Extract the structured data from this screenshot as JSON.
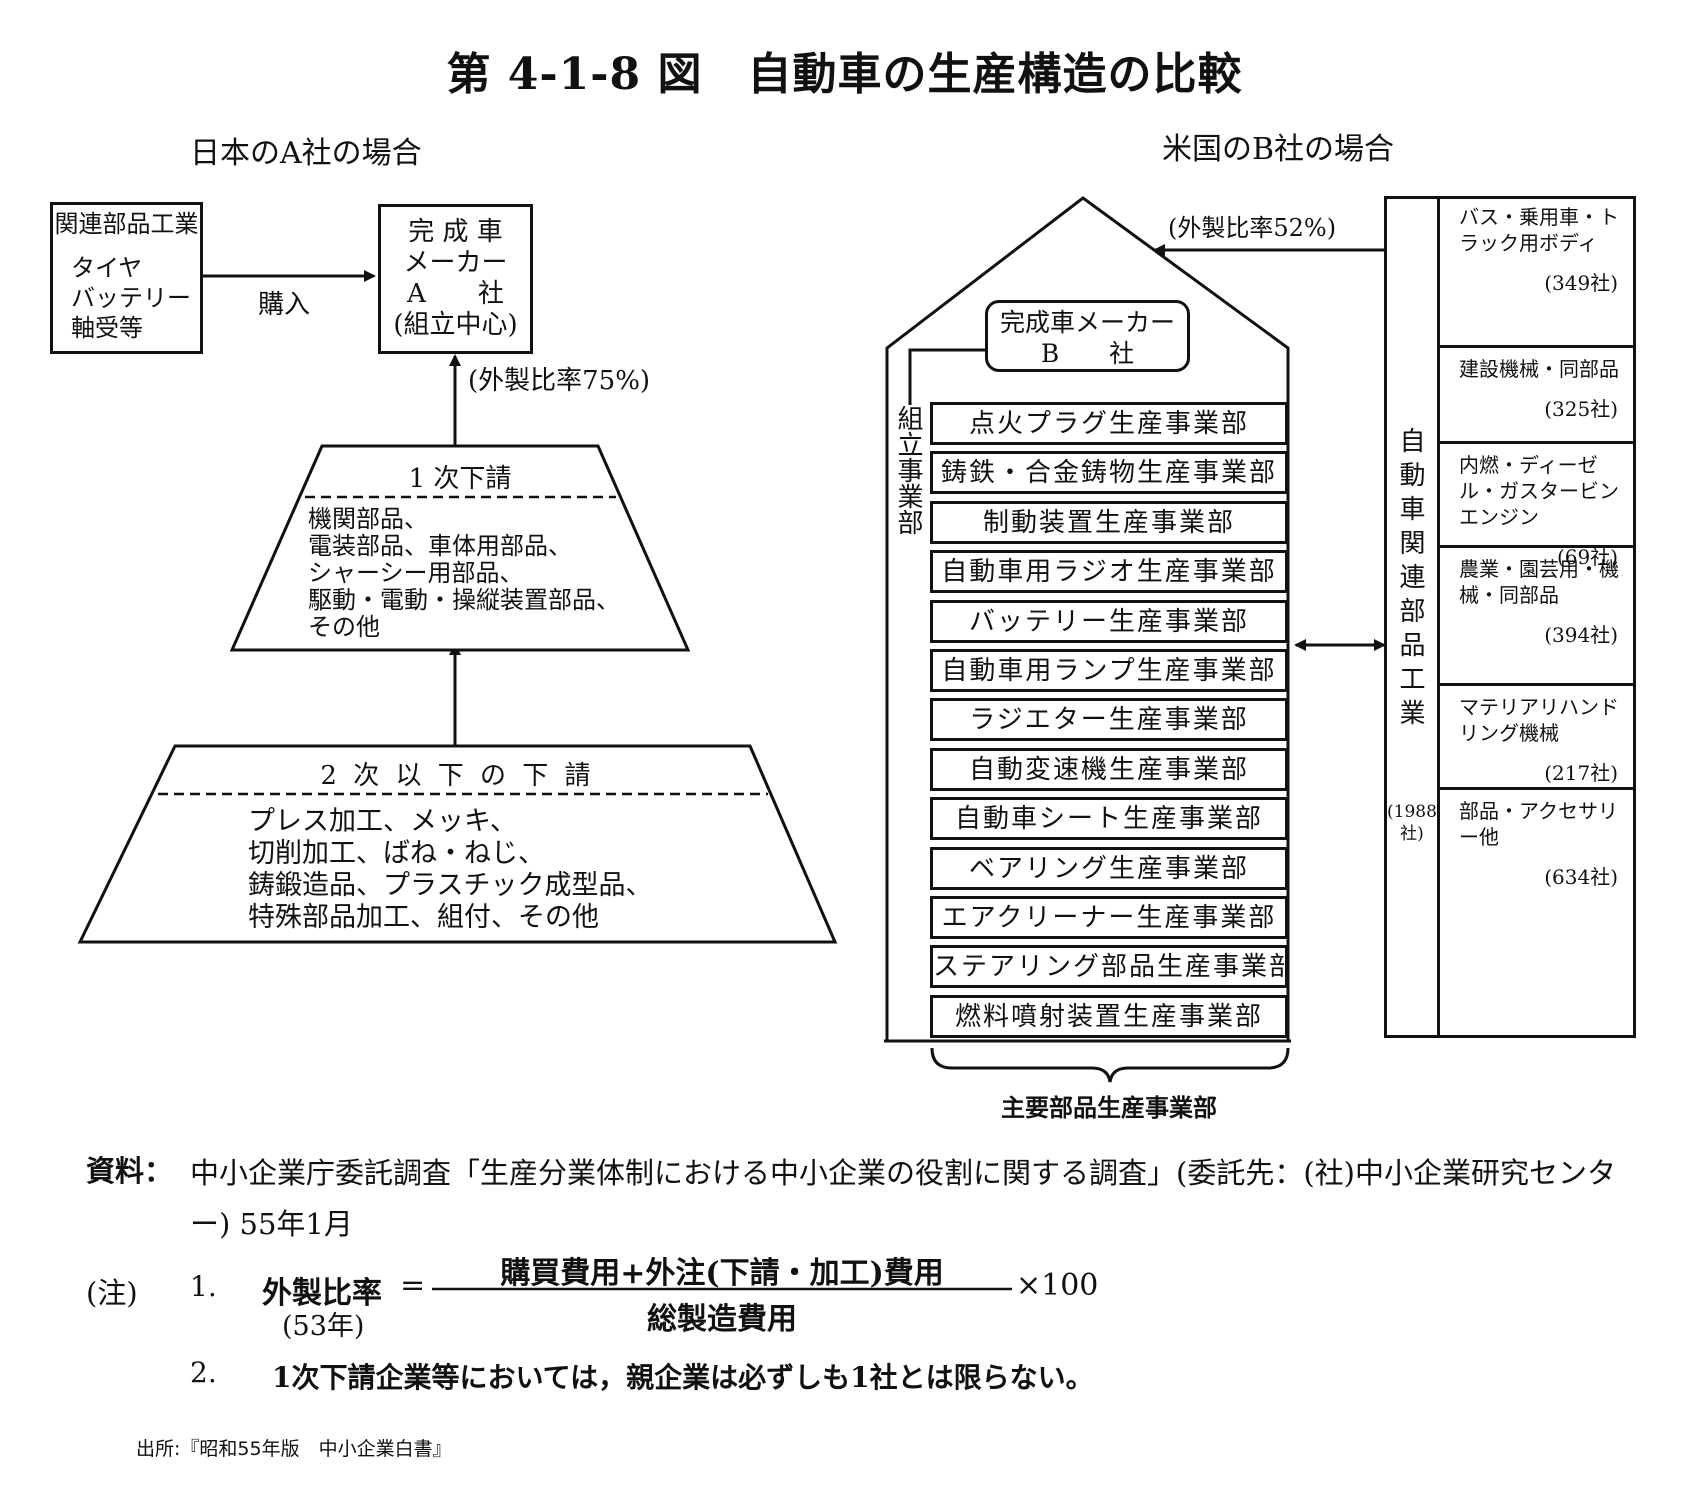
{
  "title": "第 4-1-8 図　自動車の生産構造の比較",
  "japan": {
    "heading": "日本のA社の場合",
    "related_industry": {
      "title": "関連部品工業",
      "items": "タイヤ\nバッテリー\n軸受等"
    },
    "purchase_label": "購入",
    "maker": {
      "lines": [
        "完 成 車",
        "メーカー",
        "A　　社",
        "(組立中心)"
      ]
    },
    "outsourcing_ratio": "(外製比率75%)",
    "tier1": {
      "title": "1 次下請",
      "items": "機関部品、\n電装部品、車体用部品、\nシャーシー用部品、\n駆動・電動・操縦装置部品、\nその他"
    },
    "tier2": {
      "title": "2 次 以 下 の 下 請",
      "items": "プレス加工、メッキ、\n切削加工、ばね・ねじ、\n鋳鍛造品、プラスチック成型品、\n特殊部品加工、組付、その他"
    }
  },
  "usa": {
    "heading": "米国のB社の場合",
    "outsourcing_ratio": "(外製比率52%)",
    "maker": {
      "line1": "完成車メーカー",
      "line2": "B　　社"
    },
    "assembly_label": "組立事業部",
    "divisions": [
      "点火プラグ生産事業部",
      "鋳鉄・合金鋳物生産事業部",
      "制動装置生産事業部",
      "自動車用ラジオ生産事業部",
      "バッテリー生産事業部",
      "自動車用ランプ生産事業部",
      "ラジエター生産事業部",
      "自動変速機生産事業部",
      "自動車シート生産事業部",
      "ベアリング生産事業部",
      "エアクリーナー生産事業部",
      "ステアリング部品生産事業部",
      "燃料噴射装置生産事業部"
    ],
    "divisions_caption": "主要部品生産事業部",
    "related_industry": {
      "label": "自動車関連部品工業",
      "count": "(1988社)",
      "categories": [
        {
          "name": "バス・乗用車・トラック用ボディ",
          "count": "(349社)"
        },
        {
          "name": "建設機械・同部品",
          "count": "(325社)"
        },
        {
          "name": "内燃・ディーゼル・ガスタービンエンジン",
          "count": "(69社)"
        },
        {
          "name": "農業・園芸用・機械・同部品",
          "count": "(394社)"
        },
        {
          "name": "マテリアリハンドリング機械",
          "count": "(217社)"
        },
        {
          "name": "部品・アクセサリー他",
          "count": "(634社)"
        }
      ]
    }
  },
  "source": {
    "label": "資料：",
    "text": "中小企業庁委託調査「生産分業体制における中小企業の役割に関する調査」(委託先：(社)中小企業研究センター) 55年1月"
  },
  "notes": {
    "label": "(注)",
    "note1_num": "1.",
    "note1_lhs": "外製比率",
    "note1_year": "(53年)",
    "note1_eq": "=",
    "note1_numerator": "購買費用+外注(下請・加工)費用",
    "note1_denominator": "総製造費用",
    "note1_multiplier": "×100",
    "note2_num": "2.",
    "note2_text": "1次下請企業等においては，親企業は必ずしも1社とは限らない。"
  },
  "publisher": "出所:『昭和55年版　中小企業白書』"
}
